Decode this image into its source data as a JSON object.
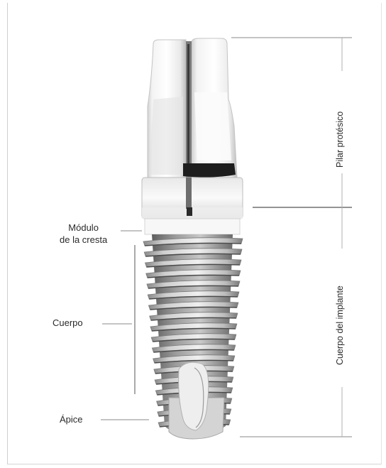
{
  "labels": {
    "pilar_protesico": "Pilar protésico",
    "cuerpo_del_implante": "Cuerpo del implante",
    "modulo_line1": "Módulo",
    "modulo_line2": "de la cresta",
    "cuerpo": "Cuerpo",
    "apice": "Ápice"
  },
  "colors": {
    "metal_light": "#f4f4f4",
    "metal_mid": "#d9d9d9",
    "metal_dark": "#9a9a9a",
    "gap_dark": "#1e1e1e",
    "leader_line": "#8a8a8a"
  }
}
